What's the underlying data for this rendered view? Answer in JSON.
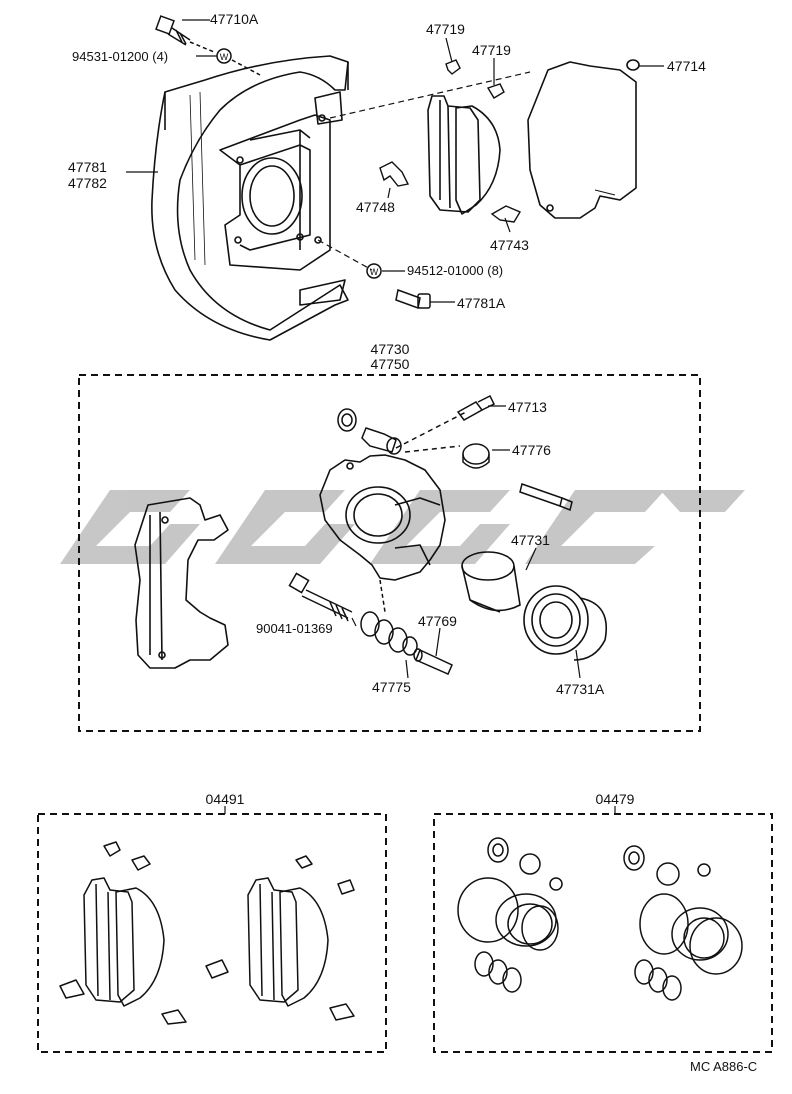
{
  "colors": {
    "ink": "#111111",
    "watermark": "#bdbdbd",
    "paper": "#ffffff"
  },
  "watermark": {
    "text": ""
  },
  "drawing_code": "MC A886-C",
  "top_assembly": {
    "bolt_top": "47710A",
    "washer_top": "94531-01200 (4)",
    "dust_cover": "47781",
    "dust_cover_alt": "47782",
    "clip_a": "47719",
    "clip_b": "47719",
    "plug": "47714",
    "anti_rattle_spring": "47748",
    "anti_squeal_shim": "47743",
    "washer_bottom": "94512-01000 (8)",
    "bolt_bottom": "47781A"
  },
  "caliper_assembly": {
    "group_a": "47730",
    "group_b": "47750",
    "bleeder_plug": "47713",
    "bleeder_cap": "47776",
    "piston_seal": "47731",
    "cylinder_boot": "47731A",
    "bolt": "90041-01369",
    "slide_pin": "47769",
    "pin_boot": "47775"
  },
  "pad_kit": {
    "code": "04491"
  },
  "cylinder_kit": {
    "code": "04479"
  }
}
